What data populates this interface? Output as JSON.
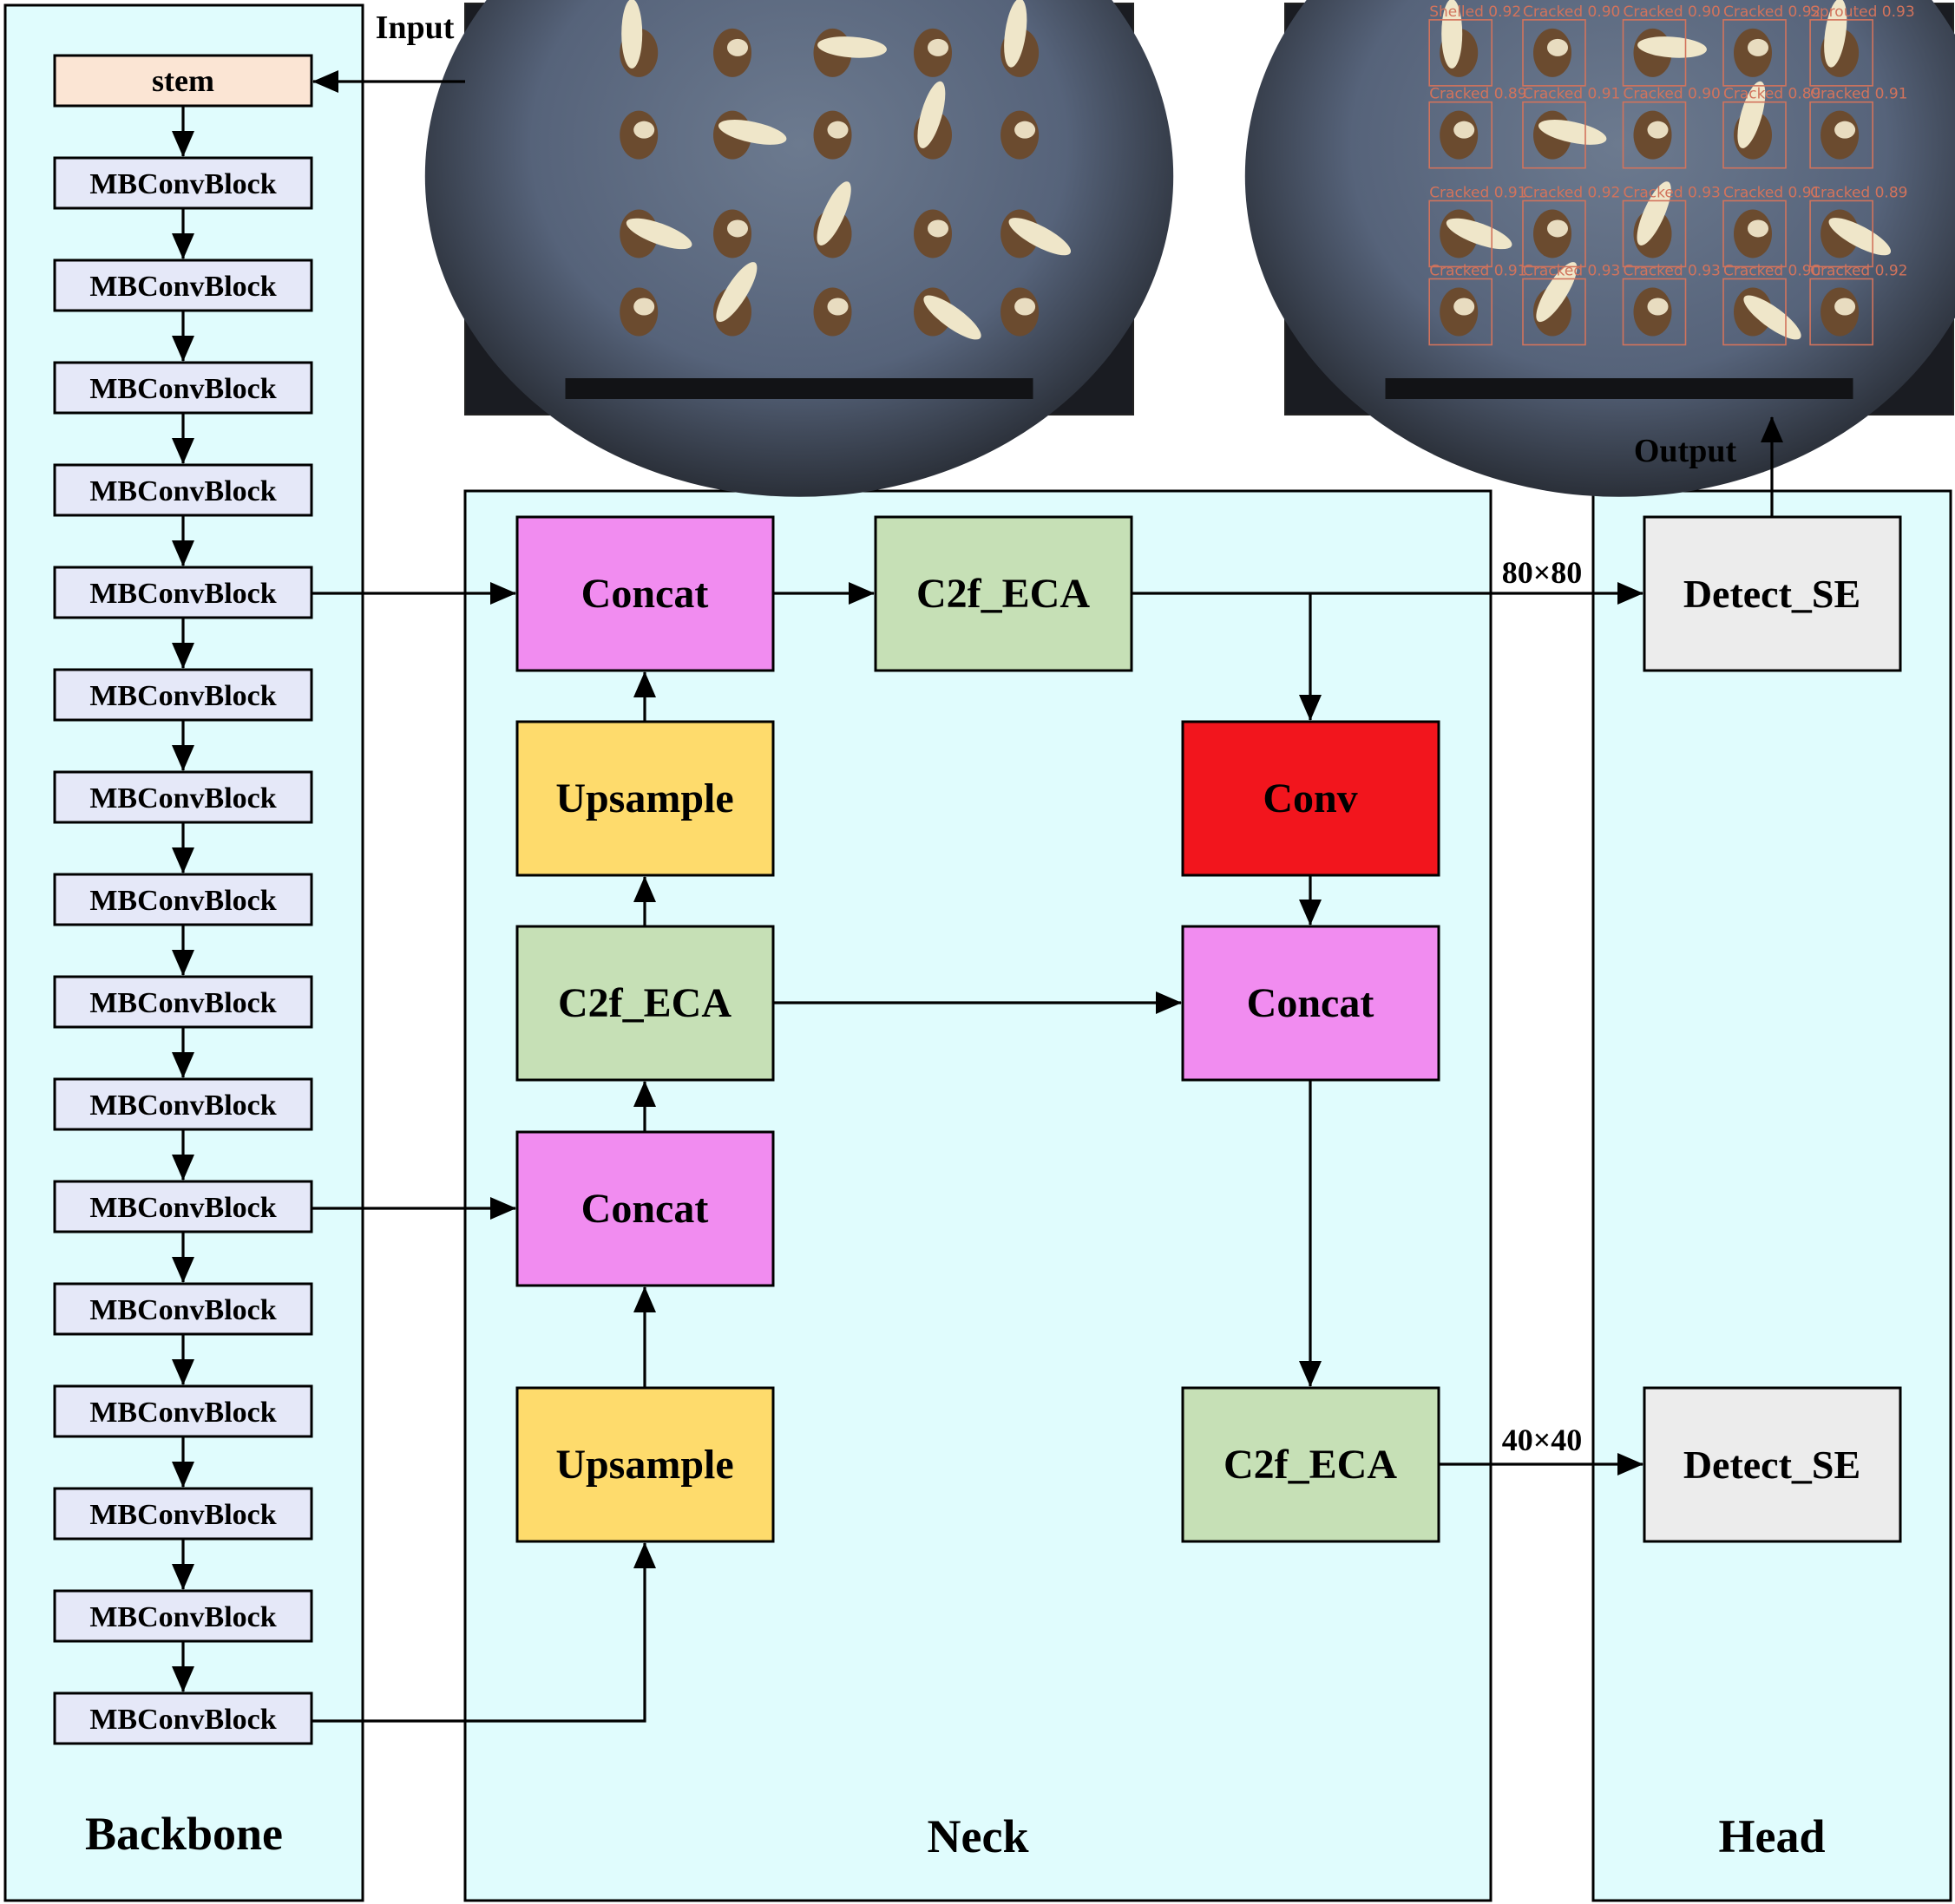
{
  "panels": {
    "backbone": "Backbone",
    "neck": "Neck",
    "head": "Head"
  },
  "io": {
    "input": "Input",
    "output": "Output"
  },
  "backbone": {
    "stem": "stem",
    "blocks": [
      "MBConvBlock",
      "MBConvBlock",
      "MBConvBlock",
      "MBConvBlock",
      "MBConvBlock",
      "MBConvBlock",
      "MBConvBlock",
      "MBConvBlock",
      "MBConvBlock",
      "MBConvBlock",
      "MBConvBlock",
      "MBConvBlock",
      "MBConvBlock",
      "MBConvBlock",
      "MBConvBlock",
      "MBConvBlock"
    ]
  },
  "neck": {
    "concat_top": "Concat",
    "c2f_top": "C2f_ECA",
    "upsample_upper": "Upsample",
    "c2f_mid": "C2f_ECA",
    "concat_mid": "Concat",
    "upsample_lower": "Upsample",
    "conv": "Conv",
    "concat_right": "Concat",
    "c2f_right": "C2f_ECA"
  },
  "head": {
    "detect_top": "Detect_SE",
    "detect_bottom": "Detect_SE"
  },
  "scales": {
    "top": "80×80",
    "bottom": "40×40"
  },
  "detections": [
    "Shelled 0.92",
    "Cracked 0.90",
    "Cracked 0.90",
    "Cracked 0.92",
    "Sprouted 0.93",
    "Cracked 0.89",
    "Cracked 0.91",
    "Cracked 0.90",
    "Cracked 0.89",
    "Cracked 0.91",
    "Cracked 0.91",
    "Cracked 0.92",
    "Cracked 0.93",
    "Cracked 0.91",
    "Cracked 0.89",
    "Cracked 0.91",
    "Cracked 0.93",
    "Cracked 0.93",
    "Cracked 0.90",
    "Cracked 0.92"
  ],
  "colors": {
    "panel": "#e0fcfd",
    "mbconv": "#e5e8f8",
    "stem": "#fbe5d4",
    "concat": "#f18cf0",
    "upsample": "#fedb6c",
    "c2f_eca": "#c6e0b6",
    "conv": "#f2151d",
    "detect": "#ececec",
    "detection_box": "#d2735c"
  }
}
